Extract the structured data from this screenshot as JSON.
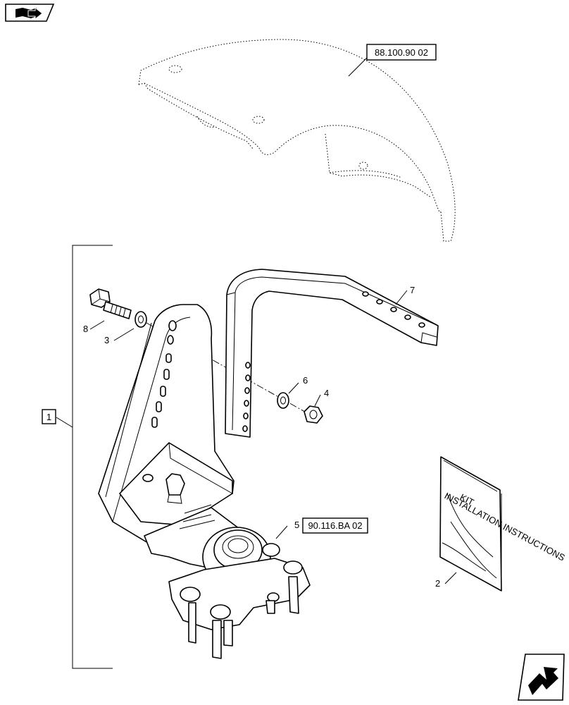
{
  "icons": {
    "top_left": "book-arrow-icon",
    "bottom_right": "next-page-arrow-icon"
  },
  "references": {
    "fender": "88.100.90 02",
    "hitch": "90.116.BA 02"
  },
  "callouts": {
    "assembly": "1",
    "manual": "2",
    "washer_bolt": "3",
    "nut": "4",
    "hitch_item": "5",
    "washer_nut": "6",
    "bracket": "7",
    "bolt": "8"
  },
  "manual_cover": {
    "line1": "KIT",
    "line2": "INSTALLATION INSTRUCTIONS"
  }
}
